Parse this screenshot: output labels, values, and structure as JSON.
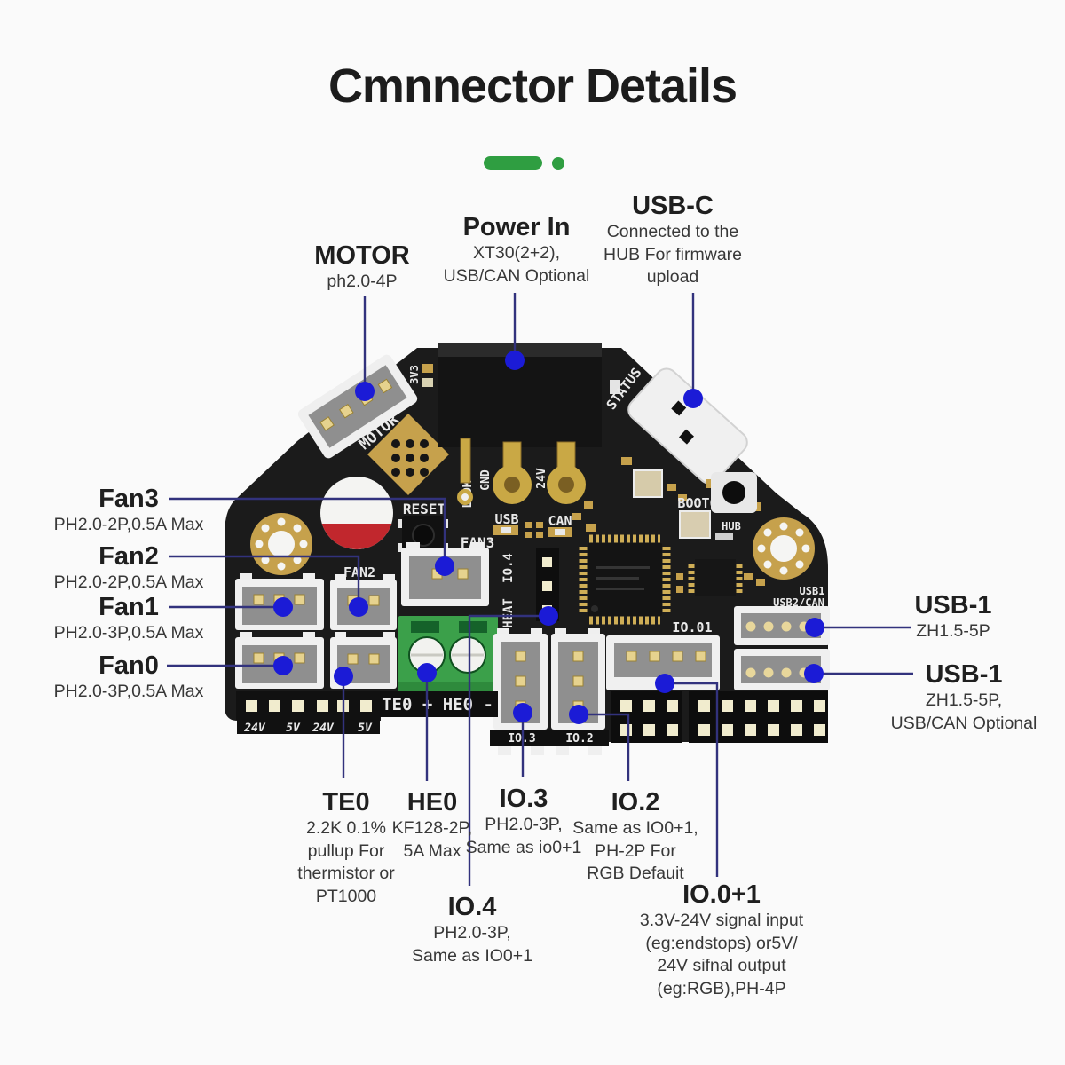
{
  "title": "Cmnnector Details",
  "colors": {
    "accent_green": "#2f9e41",
    "leader_line": "#32327d",
    "leader_dot": "#1b1bd6",
    "pcb_black": "#1b1b1b",
    "gold": "#c6a14c",
    "logo_red": "#c1272d",
    "terminal_green": "#3ba04a"
  },
  "callouts": {
    "motor": {
      "title": "MOTOR",
      "lines": [
        "ph2.0-4P"
      ]
    },
    "power_in": {
      "title": "Power In",
      "lines": [
        "XT30(2+2),",
        "USB/CAN Optional"
      ]
    },
    "usb_c": {
      "title": "USB-C",
      "lines": [
        "Connected to the",
        "HUB For firmware",
        "upload"
      ]
    },
    "fan3": {
      "title": "Fan3",
      "lines": [
        "PH2.0-2P,0.5A Max"
      ]
    },
    "fan2": {
      "title": "Fan2",
      "lines": [
        "PH2.0-2P,0.5A Max"
      ]
    },
    "fan1": {
      "title": "Fan1",
      "lines": [
        "PH2.0-3P,0.5A Max"
      ]
    },
    "fan0": {
      "title": "Fan0",
      "lines": [
        "PH2.0-3P,0.5A Max"
      ]
    },
    "usb1_top": {
      "title": "USB-1",
      "lines": [
        "ZH1.5-5P"
      ]
    },
    "usb1_bottom": {
      "title": "USB-1",
      "lines": [
        "ZH1.5-5P,",
        "USB/CAN Optional"
      ]
    },
    "te0": {
      "title": "TE0",
      "lines": [
        "2.2K 0.1%",
        "pullup For",
        "thermistor or",
        "PT1000"
      ]
    },
    "he0": {
      "title": "HE0",
      "lines": [
        "KF128-2P,",
        "5A Max"
      ]
    },
    "io3": {
      "title": "IO.3",
      "lines": [
        "PH2.0-3P,",
        "Same as io0+1"
      ]
    },
    "io2": {
      "title": "IO.2",
      "lines": [
        "Same as IO0+1,",
        "PH-2P For",
        "RGB Defauit"
      ]
    },
    "io4": {
      "title": "IO.4",
      "lines": [
        "PH2.0-3P,",
        "Same as IO0+1"
      ]
    },
    "io01": {
      "title": "IO.0+1",
      "lines": [
        "3.3V-24V signal input",
        "(eg:endstops) or5V/",
        "24V sifnal output",
        "(eg:RGB),PH-4P"
      ]
    }
  },
  "silkscreen": {
    "v3": "3V3",
    "motor": "MOTOR",
    "status": "STATUS",
    "reset": "RESET",
    "boot0": "BOOT0",
    "hub": "HUB",
    "usb": "USB",
    "can": "CAN",
    "ldm": "L/DM",
    "gnd": "GND",
    "v24": "24V",
    "fan3": "FAN3",
    "fan2": "FAN2",
    "io4": "IO.4",
    "heat": "HEAT",
    "io01": "IO.01",
    "usb1": "USB1",
    "usb2can": "USB2/CAN",
    "te0he0": "TE0 + HE0 -",
    "io3": "IO.3",
    "io2": "IO.2",
    "rails": [
      "24V",
      "5V",
      "24V",
      "5V"
    ]
  }
}
